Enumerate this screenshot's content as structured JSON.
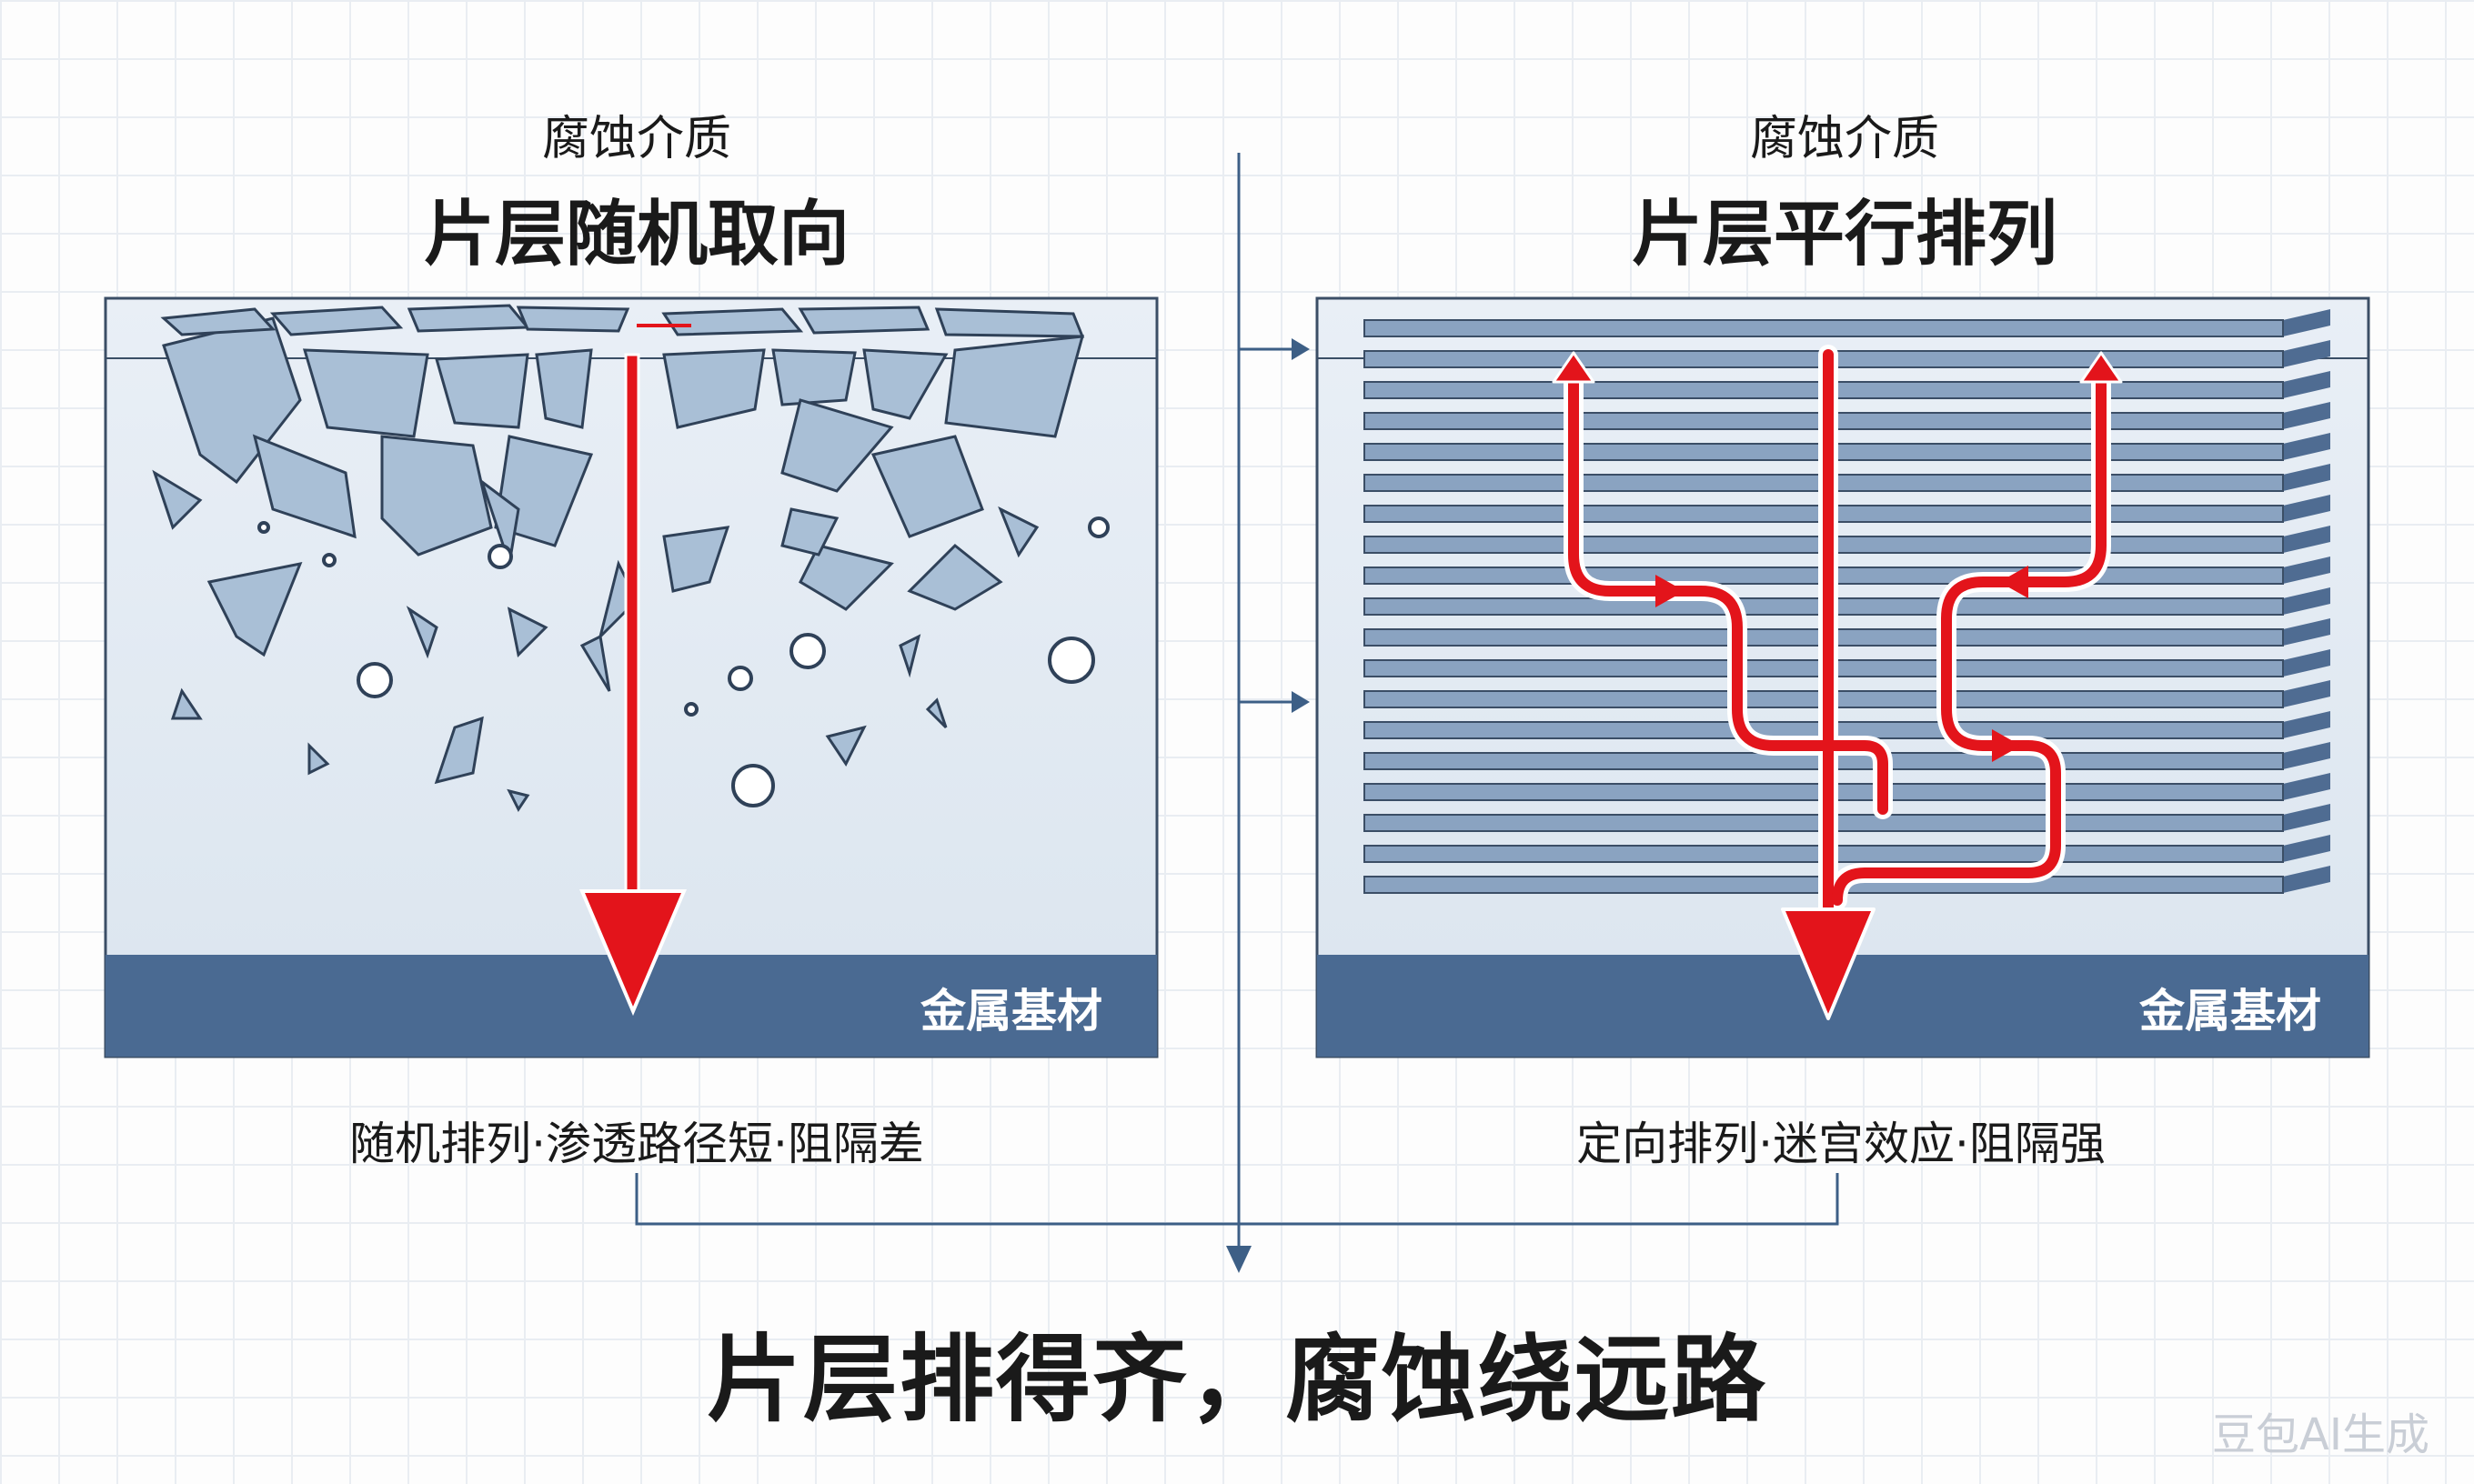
{
  "left_panel": {
    "medium_label": "腐蚀介质",
    "title": "片层随机取向",
    "substrate_label": "金属基材",
    "caption": "随机排列·渗透路径短·阻隔差"
  },
  "right_panel": {
    "medium_label": "腐蚀介质",
    "title": "片层平行排列",
    "substrate_label": "金属基材",
    "caption": "定向排列·迷宫效应·阻隔强"
  },
  "conclusion": "片层排得齐，腐蚀绕远路",
  "watermark": "豆包AI生成",
  "colors": {
    "flake_fill": "#a9bfd6",
    "flake_stroke": "#3b4e66",
    "substrate": "#4a6a92",
    "coating_bg": "#e6edf5",
    "arrow": "#e3141b",
    "connector": "#3d5f86"
  }
}
